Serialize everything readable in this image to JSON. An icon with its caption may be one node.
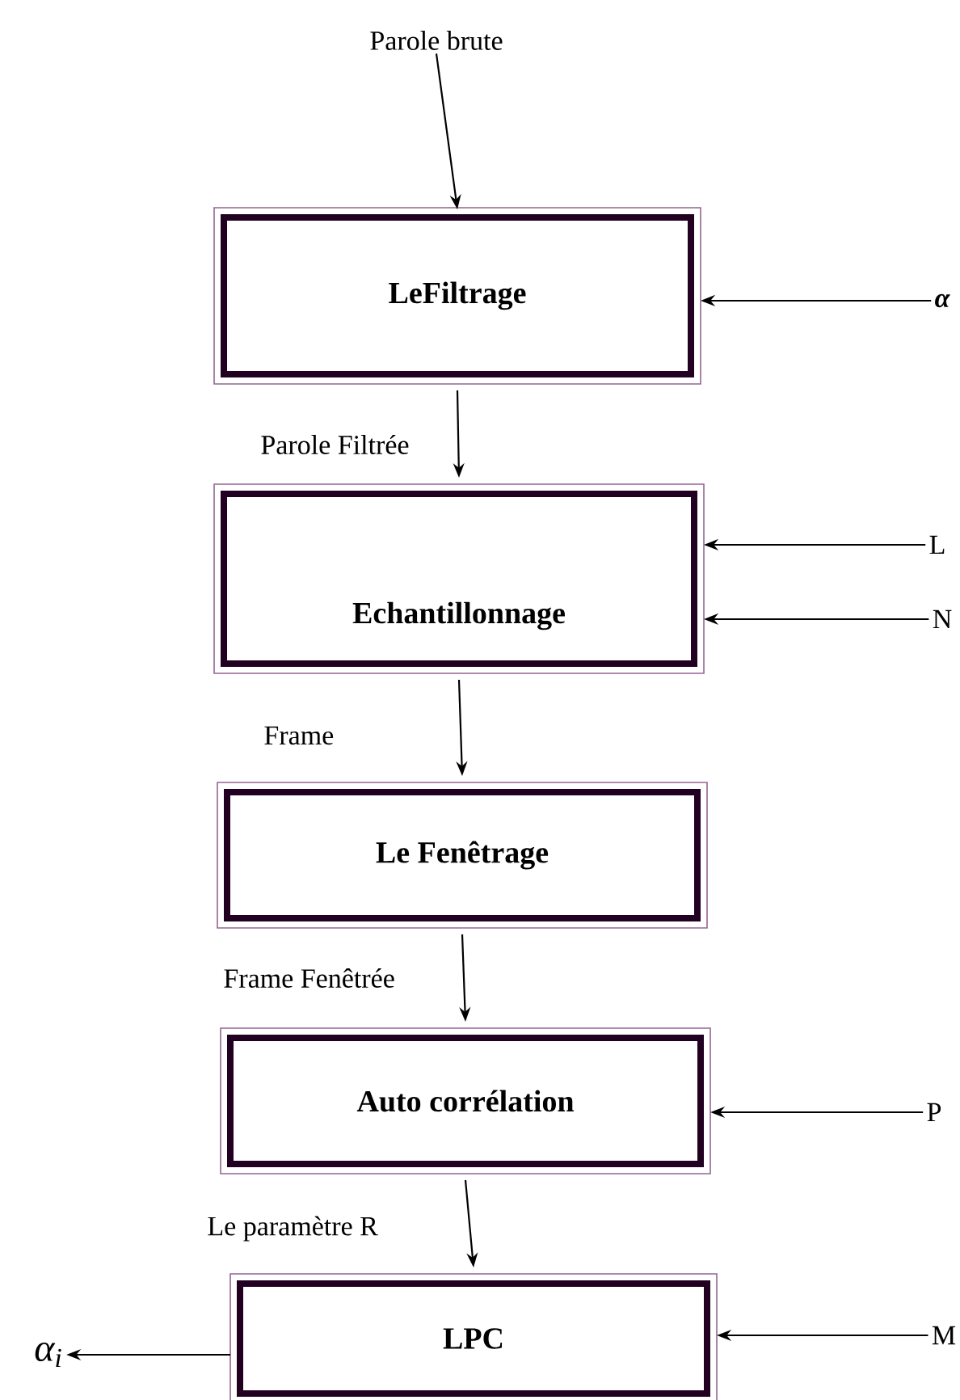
{
  "diagram": {
    "nodes": [
      {
        "text": [
          "Parole brute"
        ]
      },
      {
        "text": [
          "LeFiltrage"
        ]
      },
      {
        "text": [
          "α"
        ]
      },
      {
        "text": [
          "Echantillonnage"
        ]
      },
      {
        "text": [
          "L"
        ]
      },
      {
        "text": [
          "N"
        ]
      },
      {
        "text": [
          "Le  Fenêtrage"
        ]
      },
      {
        "text": [
          "Auto corrélation"
        ]
      },
      {
        "text": [
          "P"
        ]
      },
      {
        "text": [
          "LPC"
        ]
      },
      {
        "text": [
          "M"
        ]
      },
      {
        "text": [
          "α$_{i}$"
        ]
      }
    ],
    "edges": [
      {
        "from": 0,
        "to": 1,
        "arrow": "to"
      },
      {
        "from": 2,
        "to": 1,
        "arrow": "to"
      },
      {
        "from": 1,
        "to": 3,
        "arrow": "to",
        "label": "Parole  Filtrée"
      },
      {
        "from": 4,
        "to": 3,
        "arrow": "to"
      },
      {
        "from": 5,
        "to": 3,
        "arrow": "to"
      },
      {
        "from": 3,
        "to": 6,
        "arrow": "to",
        "label": "Frame"
      },
      {
        "from": 6,
        "to": 7,
        "arrow": "to",
        "label": "Frame Fenêtrée"
      },
      {
        "from": 8,
        "to": 7,
        "arrow": "to"
      },
      {
        "from": 7,
        "to": 9,
        "arrow": "to",
        "label": "Le paramètre R"
      },
      {
        "from": 10,
        "to": 9,
        "arrow": "to"
      },
      {
        "from": 9,
        "to": 11,
        "arrow": "to"
      }
    ]
  }
}
